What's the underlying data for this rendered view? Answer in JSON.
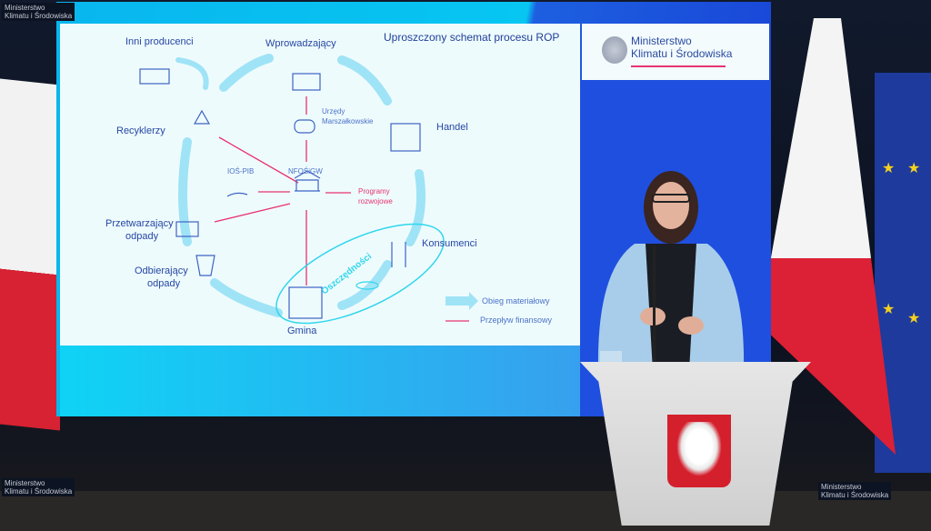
{
  "slide": {
    "title": "Uproszczony schemat procesu ROP",
    "logo": {
      "line1": "Ministerstwo",
      "line2": "Klimatu i Środowiska"
    },
    "nodes": {
      "inni_producenci": "Inni producenci",
      "wprowadzajacy": "Wprowadzający",
      "urzedy_1": "Urzędy",
      "urzedy_2": "Marszałkowskie",
      "handel": "Handel",
      "recyklerzy": "Recyklerzy",
      "ios_pib": "IOŚ-PIB",
      "nfosigw": "NFOŚiGW",
      "programy_1": "Programy",
      "programy_2": "rozwojowe",
      "przetwarzajacy_1": "Przetwarzający",
      "przetwarzajacy_2": "odpady",
      "konsumenci": "Konsumenci",
      "odbierajacy_1": "Odbierający",
      "odbierajacy_2": "odpady",
      "oszczednosci": "Oszczędności",
      "gmina": "Gmina"
    },
    "legend": {
      "material": "Obieg materiałowy",
      "financial": "Przepływ finansowy"
    }
  },
  "watermark": {
    "line1": "Ministerstwo",
    "line2": "Klimatu i Środowiska"
  },
  "colors": {
    "material_flow": "#8fe0f5",
    "financial_flow": "#e8336e",
    "accent": "#2547a3"
  }
}
